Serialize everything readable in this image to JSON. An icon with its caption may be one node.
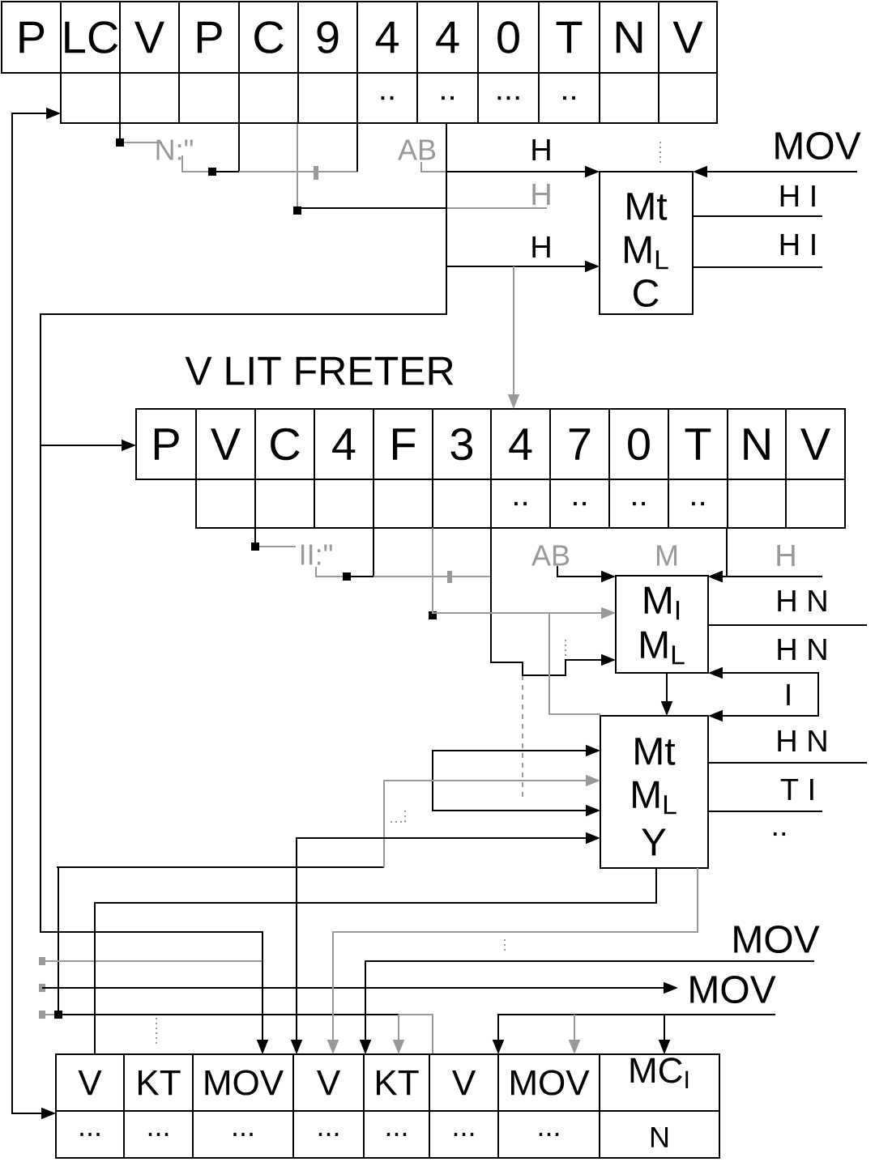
{
  "diagram": {
    "nodes": [
      {
        "text": [
          "P",
          "LC",
          "V",
          "P",
          "C",
          "9",
          "4",
          "4",
          "0",
          "T",
          "N",
          "V",
          "..",
          "..",
          "...",
          ".."
        ]
      },
      {
        "text": [
          "Mt",
          "M$_{L}$",
          "C"
        ]
      },
      {
        "text": [
          "M$_{I}$",
          "M$_{L}$"
        ]
      },
      {
        "text": [
          "Mt",
          "M$_{L}$",
          "Y"
        ]
      },
      {
        "text": [
          "P",
          "V",
          "C",
          "4",
          "F",
          "3",
          "4",
          "7",
          "0",
          "T",
          "N",
          "V",
          "..",
          "..",
          "..",
          ".."
        ]
      },
      {
        "text": [
          "V",
          "KT",
          "MOV",
          "V",
          "KT",
          "V",
          "MOV",
          "MC$_{I}$",
          "...",
          "...",
          "...",
          "...",
          "...",
          "...",
          "...",
          "N"
        ]
      },
      {
        "text": [
          "AB"
        ]
      }
    ],
    "edges": [
      {
        "from": null,
        "to": 1,
        "arrow": "to",
        "label": "MOV"
      },
      {
        "from": 0,
        "to": 1,
        "arrow": "to",
        "label": "H"
      },
      {
        "from": 0,
        "to": 1,
        "arrow": "to",
        "label": "H"
      },
      {
        "from": 1,
        "to": null,
        "arrow": "none",
        "label": "H I"
      },
      {
        "from": 1,
        "to": null,
        "arrow": "none",
        "label": "H I"
      },
      {
        "from": 0,
        "to": 4,
        "arrow": "to"
      },
      {
        "from": 0,
        "to": 5,
        "arrow": "both"
      },
      {
        "from": null,
        "to": 4,
        "arrow": "to",
        "color": "#999999"
      },
      {
        "from": 2,
        "to": 3,
        "arrow": "to"
      },
      {
        "from": 4,
        "to": 2,
        "arrow": "to"
      },
      {
        "from": null,
        "to": 2,
        "arrow": "to",
        "label": "H"
      },
      {
        "from": 2,
        "to": null,
        "arrow": "none",
        "label": "H N"
      },
      {
        "from": null,
        "to": 2,
        "arrow": "to",
        "label": "I"
      },
      {
        "from": null,
        "to": 3,
        "arrow": "to"
      },
      {
        "from": 3,
        "to": null,
        "arrow": "none",
        "label": "H N"
      },
      {
        "from": 3,
        "to": null,
        "arrow": "none",
        "label": "T I"
      },
      {
        "from": 3,
        "to": 3,
        "arrow": "both"
      },
      {
        "from": null,
        "to": 3,
        "arrow": "to",
        "color": "#999999"
      },
      {
        "from": 5,
        "to": 3,
        "arrow": "both"
      },
      {
        "from": 3,
        "to": 5,
        "arrow": "none"
      },
      {
        "from": 0,
        "to": 5,
        "arrow": "to"
      },
      {
        "from": 3,
        "to": 5,
        "arrow": "to",
        "color": "#999999"
      },
      {
        "from": null,
        "to": 5,
        "arrow": "to",
        "label": "MOV"
      },
      {
        "from": null,
        "to": 5,
        "arrow": "to",
        "color": "#999999"
      },
      {
        "from": null,
        "to": 5,
        "arrow": "to"
      },
      {
        "from": null,
        "to": 5,
        "arrow": "to"
      },
      {
        "from": null,
        "to": 5,
        "arrow": "to",
        "color": "#999999"
      },
      {
        "from": 4,
        "to": 2,
        "arrow": "to",
        "color": "#999999"
      },
      {
        "from": 6,
        "to": 2,
        "arrow": "to"
      },
      {
        "from": null,
        "to": 3,
        "arrow": "none",
        "color": "#999999"
      },
      {
        "from": 4,
        "to": 2,
        "arrow": "to"
      }
    ],
    "labels": [
      "N:\"",
      "AB",
      "H",
      "V LIT FRETER",
      "II:\"",
      "M",
      "H N",
      "..",
      "MOV"
    ]
  }
}
